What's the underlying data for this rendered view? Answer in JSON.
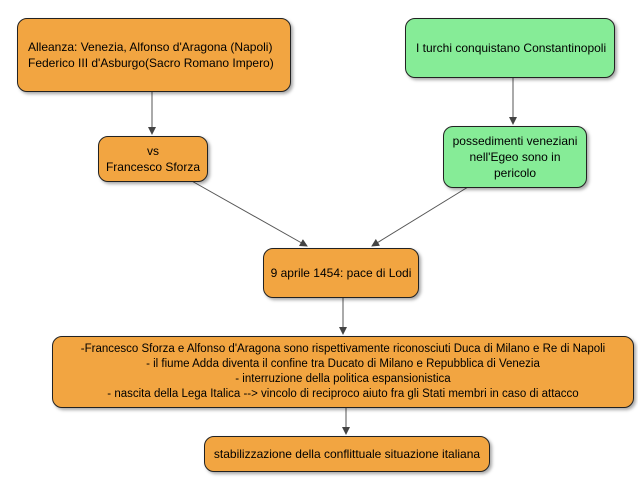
{
  "nodes": {
    "alleanza": {
      "lines": [
        "Alleanza: Venezia, Alfonso d'Aragona (Napoli)",
        "Federico III d'Asburgo(Sacro Romano Impero)"
      ],
      "color": "#f2a541"
    },
    "vs": {
      "lines": [
        "vs",
        "Francesco Sforza"
      ],
      "color": "#f2a541"
    },
    "turchi": {
      "lines": [
        "I turchi conquistano Constantinopoli"
      ],
      "color": "#86ec97"
    },
    "possedimenti": {
      "lines": [
        "possedimenti veneziani",
        "nell'Egeo sono in",
        "pericolo"
      ],
      "color": "#86ec97"
    },
    "lodi": {
      "lines": [
        "9 aprile 1454: pace di Lodi"
      ],
      "color": "#f2a541"
    },
    "conseguenze": {
      "lines": [
        "-Francesco Sforza e Alfonso d'Aragona sono rispettivamente riconosciuti Duca di Milano e Re di Napoli",
        "- il fiume Adda diventa il confine tra Ducato di Milano e Repubblica di Venezia",
        "- interruzione della politica espansionistica",
        "- nascita della Lega Italica --> vincolo di reciproco aiuto fra gli Stati membri in caso di attacco"
      ],
      "color": "#f2a541"
    },
    "stabilizzazione": {
      "lines": [
        "stabilizzazione della conflittuale situazione italiana"
      ],
      "color": "#f2a541"
    }
  },
  "edges": [
    {
      "from": "alleanza",
      "to": "vs"
    },
    {
      "from": "turchi",
      "to": "possedimenti"
    },
    {
      "from": "vs",
      "to": "lodi"
    },
    {
      "from": "possedimenti",
      "to": "lodi"
    },
    {
      "from": "lodi",
      "to": "conseguenze"
    },
    {
      "from": "conseguenze",
      "to": "stabilizzazione"
    }
  ]
}
